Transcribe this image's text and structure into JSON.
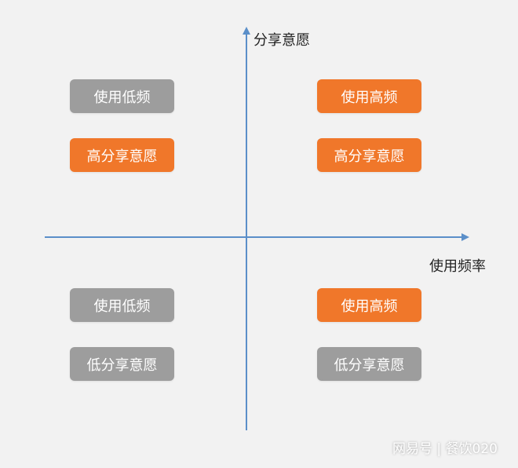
{
  "axes": {
    "y_label": "分享意愿",
    "x_label": "使用频率",
    "color": "#5b8fc9"
  },
  "colors": {
    "high": "#f0772a",
    "low": "#9d9d9d",
    "background": "#f2f2f2"
  },
  "quadrants": {
    "top_left": {
      "usage": "使用低频",
      "share": "高分享意愿"
    },
    "top_right": {
      "usage": "使用高频",
      "share": "高分享意愿"
    },
    "bottom_left": {
      "usage": "使用低频",
      "share": "低分享意愿"
    },
    "bottom_right": {
      "usage": "使用高频",
      "share": "低分享意愿"
    }
  },
  "watermark": "网易号 | 餐饮020"
}
